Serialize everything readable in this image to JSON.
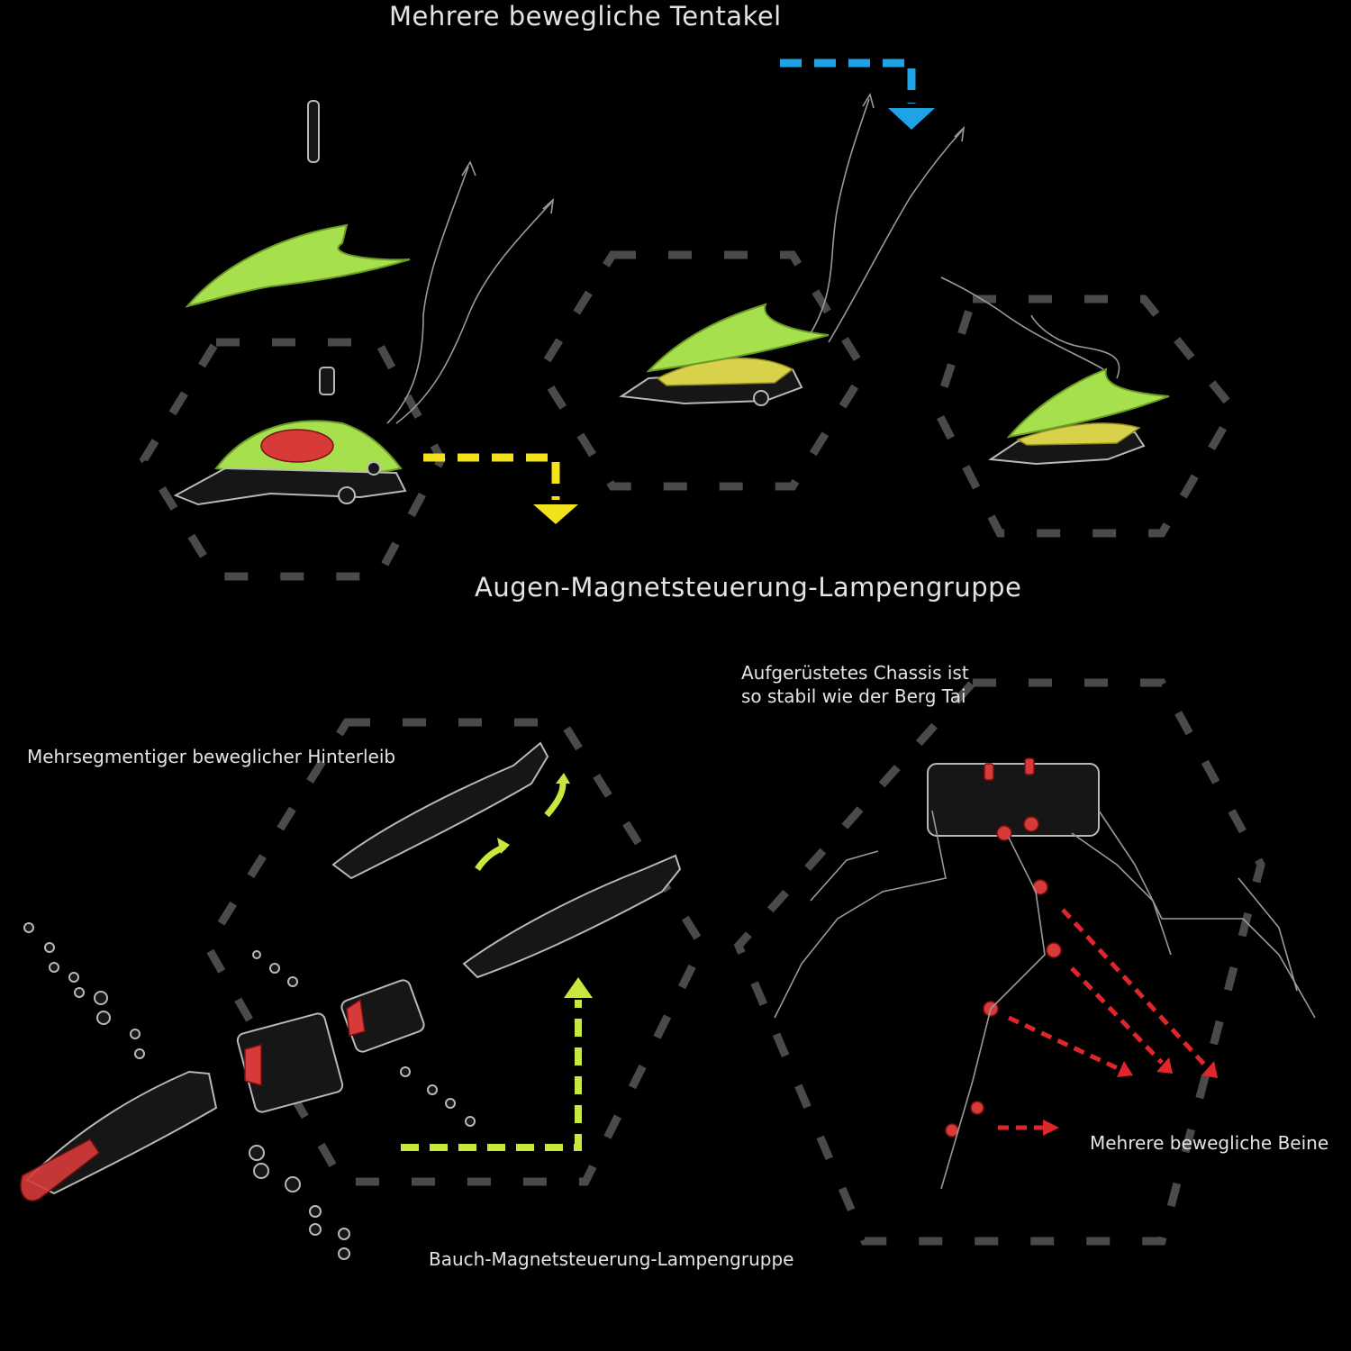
{
  "labels": {
    "tentacles": "Mehrere bewegliche Tentakel",
    "eye_lamp": "Augen-Magnetsteuerung-Lampengruppe",
    "chassis_line1": "Aufgerüstetes Chassis ist",
    "chassis_line2": "so stabil wie der Berg Tai",
    "abdomen": "Mehrsegmentiger beweglicher Hinterleib",
    "legs": "Mehrere bewegliche Beine",
    "belly_lamp": "Bauch-Magnetsteuerung-Lampengruppe"
  },
  "colors": {
    "background": "#000000",
    "shell_green": "#a6e04c",
    "arrow_yellow": "#f2e21c",
    "arrow_blue": "#1ea3e6",
    "arrow_lime": "#c7e83c",
    "arrow_red": "#e0262a",
    "joint_red": "#d83a3a"
  }
}
